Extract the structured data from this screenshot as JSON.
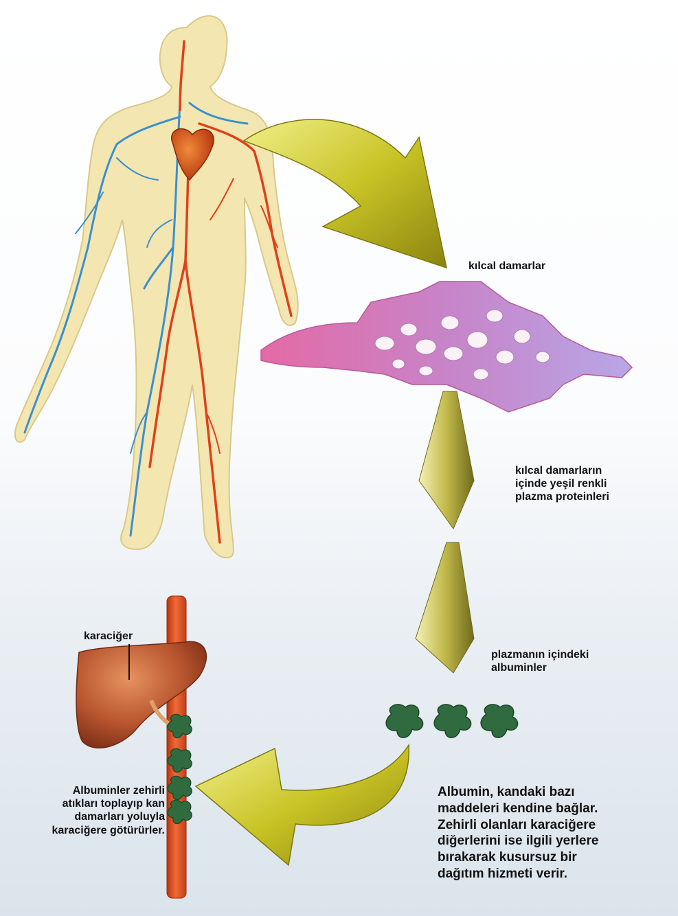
{
  "labels": {
    "kilcal_damarlar": "kılcal damarlar",
    "kilcal_icinde": [
      "kılcal damarların",
      "içinde yeşil renkli",
      "plazma proteinleri"
    ],
    "plazma_albumin": [
      "plazmanın içindeki",
      "albuminler"
    ],
    "karaciger": "karaciğer",
    "albuminler_zehirli": [
      "Albuminler zehirli",
      "atıkları toplayıp kan",
      "damarları yoluyla",
      "karaciğere götürürler."
    ],
    "albumin_aciklama": [
      "Albumin, kandaki bazı",
      "maddeleri kendine bağlar.",
      "Zehirli olanları karaciğere",
      "diğerlerini ise ilgili yerlere",
      "bırakarak kusursuz bir",
      "dağıtım hizmeti verir."
    ]
  },
  "colors": {
    "arrow_yellow": "#c9c426",
    "artery_red": "#e0401a",
    "vein_blue": "#3a8fd0",
    "body_skin": "#f3e6b0",
    "capillary_pink": "#e46aa5",
    "capillary_purple": "#b49ae0",
    "liver_brown": "#b8552f",
    "albumin_green": "#2f6b3e"
  }
}
